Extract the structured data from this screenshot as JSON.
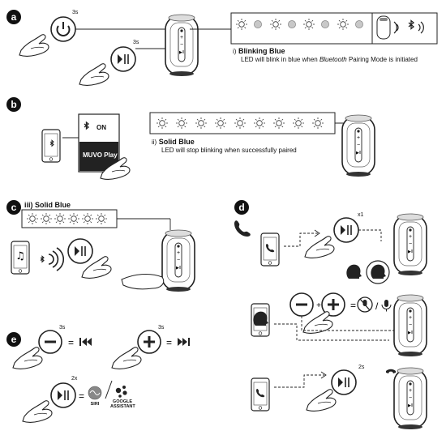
{
  "sections": {
    "a": {
      "badge": "a",
      "power_duration": "3s",
      "play_duration": "3s",
      "caption_index": "i)",
      "caption_title": "Blinking Blue",
      "caption_pre": "LED will blink in blue when ",
      "caption_em": "Bluetooth",
      "caption_post": " Pairing Mode is initiated"
    },
    "b": {
      "badge": "b",
      "on_label": "ON",
      "app_button": "MUVO Play",
      "caption_index": "ii)",
      "caption_title": "Solid Blue",
      "caption_body": "LED will stop blinking when successfully paired"
    },
    "c": {
      "badge": "c",
      "caption_index": "iii)",
      "caption_title": "Solid Blue"
    },
    "d": {
      "badge": "d",
      "press_count": "x1",
      "hold_duration": "2s"
    },
    "e": {
      "badge": "e",
      "minus_duration": "3s",
      "plus_duration": "3s",
      "double_press": "2x",
      "siri_label": "SIRI",
      "assistant_label": "GOOGLE ASSISTANT"
    }
  }
}
